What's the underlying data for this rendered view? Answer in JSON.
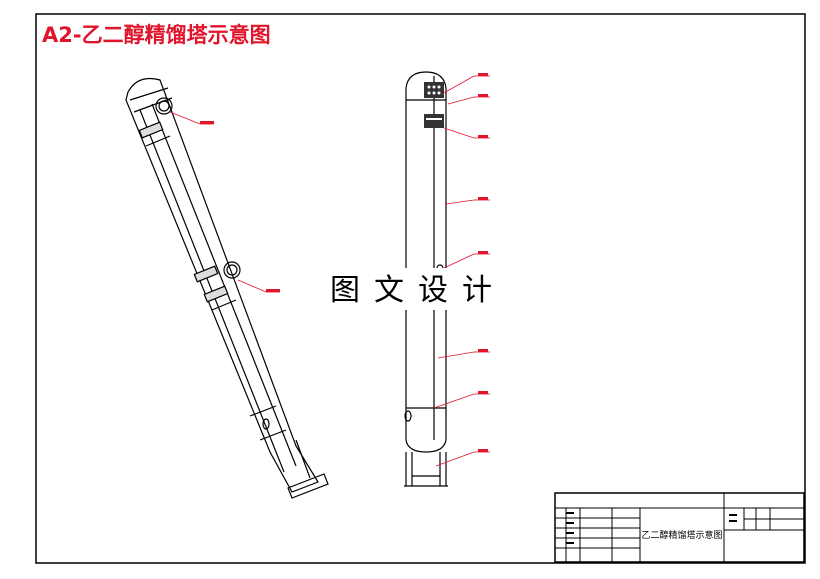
{
  "sheet": {
    "title": "A2-乙二醇精馏塔示意图",
    "title_color": "#e0142a"
  },
  "watermark": {
    "chars": [
      "图",
      "文",
      "设",
      "计"
    ]
  },
  "title_block": {
    "drawing_name": "乙二醇精馏塔示意图"
  },
  "colors": {
    "line": "#000000",
    "leader": "#e0142a"
  }
}
